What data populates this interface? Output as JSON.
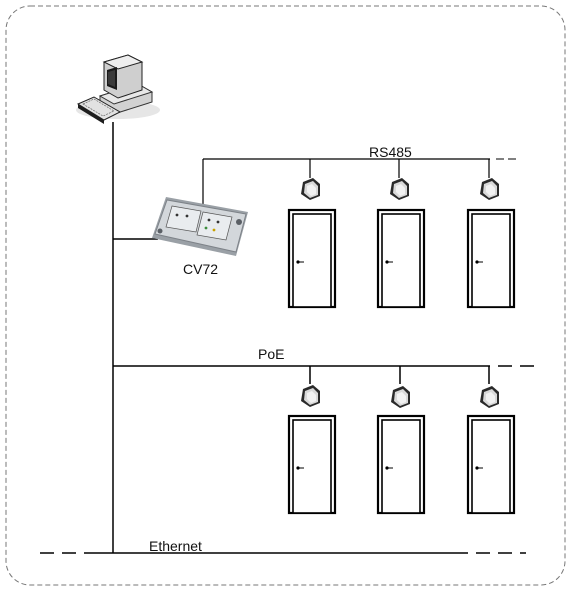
{
  "labels": {
    "rs485": "RS485",
    "poe": "PoE",
    "ethernet": "Ethernet",
    "controller": "CV72"
  },
  "icons": {
    "workstation": "computer-workstation-icon",
    "controller": "cv72-controller-icon",
    "reader": "card-reader-icon",
    "door": "door-icon"
  },
  "colors": {
    "line": "#000000",
    "frame": "#777777",
    "device_body": "#c9cdd2",
    "reader_body": "#d8d8d8"
  },
  "rs485_doors": [
    {
      "id": "rs485-door-1"
    },
    {
      "id": "rs485-door-2"
    },
    {
      "id": "rs485-door-3"
    }
  ],
  "poe_doors": [
    {
      "id": "poe-door-1"
    },
    {
      "id": "poe-door-2"
    },
    {
      "id": "poe-door-3"
    }
  ]
}
